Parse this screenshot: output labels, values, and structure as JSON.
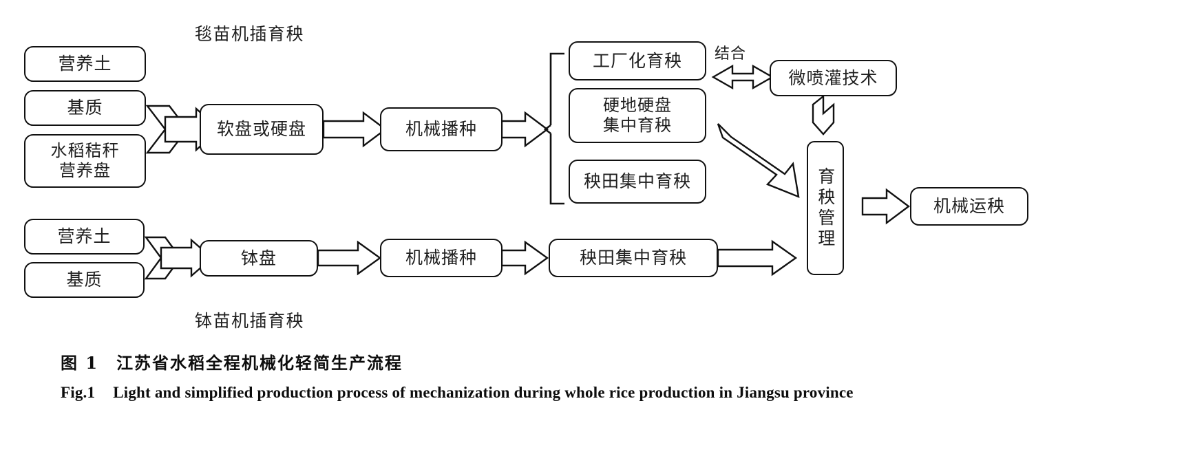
{
  "figure": {
    "caption_cn_label": "图 1",
    "caption_cn_text": "江苏省水稻全程机械化轻简生产流程",
    "caption_en_label": "Fig.1",
    "caption_en_text": "Light and simplified production process of mechanization during whole rice production in Jiangsu province"
  },
  "annotations": {
    "top_lane": "毯苗机插育秧",
    "bottom_lane": "钵苗机插育秧",
    "combine": "结合"
  },
  "top_lane": {
    "inputs": [
      {
        "label": "营养土"
      },
      {
        "label": "基质"
      },
      {
        "label": "水稻秸秆\n营养盘",
        "line1": "水稻秸秆",
        "line2": "营养盘"
      }
    ],
    "steps": [
      {
        "label": "软盘或硬盘"
      },
      {
        "label": "机械播种"
      }
    ],
    "branches": [
      {
        "label": "工厂化育秧"
      },
      {
        "label": "硬地硬盘\n集中育秧",
        "line1": "硬地硬盘",
        "line2": "集中育秧"
      },
      {
        "label": "秧田集中育秧"
      }
    ]
  },
  "bottom_lane": {
    "inputs": [
      {
        "label": "营养土"
      },
      {
        "label": "基质"
      }
    ],
    "steps": [
      {
        "label": "钵盘"
      },
      {
        "label": "机械播种"
      },
      {
        "label": "秧田集中育秧"
      }
    ]
  },
  "right_side": {
    "technology": "微喷灌技术",
    "management": "育秧管理",
    "output": "机械运秧"
  },
  "colors": {
    "stroke": "#111111",
    "fill": "#ffffff",
    "text": "#1f1f1f"
  }
}
